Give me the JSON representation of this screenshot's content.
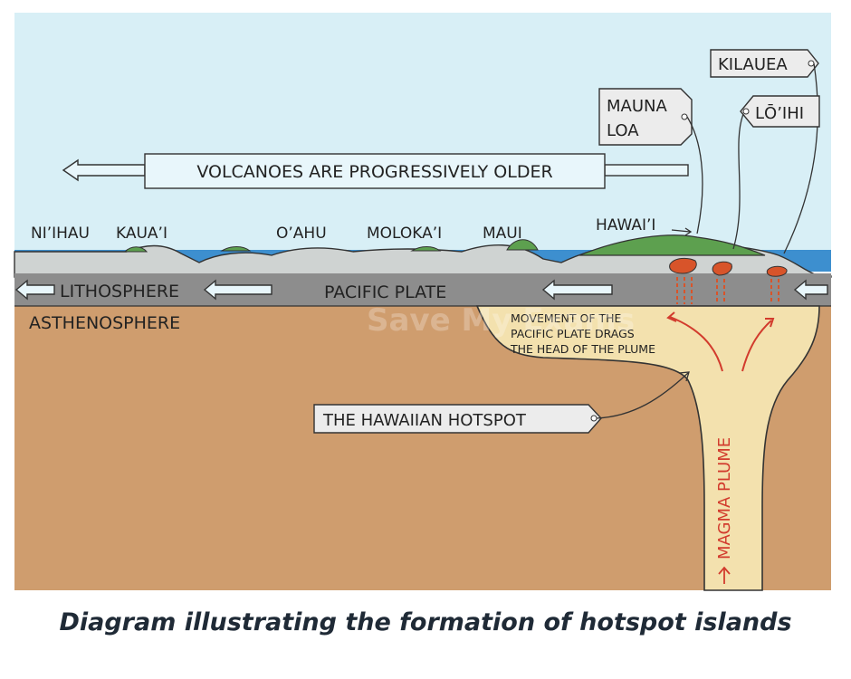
{
  "caption": "Diagram illustrating the formation of hotspot islands",
  "watermark": "Save My Exams",
  "banner": {
    "text": "VOLCANOES ARE PROGRESSIVELY OLDER"
  },
  "islands": {
    "niihau": "NI’IHAU",
    "kauai": "KAUA’I",
    "oahu": "O’AHU",
    "molokai": "MOLOKA’I",
    "maui": "MAUI",
    "hawaii": "HAWAI’I"
  },
  "tags": {
    "mauna_loa_1": "MAUNA",
    "mauna_loa_2": "LOA",
    "kilauea": "KILAUEA",
    "loihi": "LŌ’IHI",
    "hotspot": "THE HAWAIIAN HOTSPOT"
  },
  "layers": {
    "lithosphere": "LITHOSPHERE",
    "pacific_plate": "PACIFIC PLATE",
    "asthenosphere": "ASTHENOSPHERE"
  },
  "plume": {
    "label": "MAGMA PLUME",
    "note_line1": "MOVEMENT OF THE",
    "note_line2": "PACIFIC PLATE DRAGS",
    "note_line3": "THE HEAD OF THE PLUME"
  },
  "colors": {
    "sky": "#d8eff6",
    "sea": "#3d8fcf",
    "land": "#cfd3d2",
    "lithosphere": "#8d8d8d",
    "asthenosphere": "#cf9d6e",
    "plume": "#f3e1ae",
    "vegetation": "#5da04f",
    "magma": "#d8542a",
    "banner_fill": "#e8f6fb",
    "tag_fill": "#ececec",
    "arrow_red": "#d23b2d"
  }
}
